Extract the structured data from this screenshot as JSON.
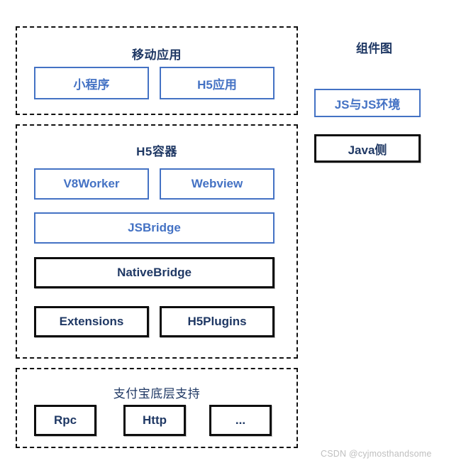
{
  "diagram": {
    "groups": [
      {
        "id": "mobile",
        "title": "移动应用",
        "boxes": [
          {
            "label": "小程序",
            "style": "blue"
          },
          {
            "label": "H5应用",
            "style": "blue"
          }
        ]
      },
      {
        "id": "h5",
        "title": "H5容器",
        "boxes": [
          {
            "label": "V8Worker",
            "style": "blue"
          },
          {
            "label": "Webview",
            "style": "blue"
          },
          {
            "label": "JSBridge",
            "style": "blue"
          },
          {
            "label": "NativeBridge",
            "style": "black"
          },
          {
            "label": "Extensions",
            "style": "black"
          },
          {
            "label": "H5Plugins",
            "style": "black"
          }
        ]
      },
      {
        "id": "base",
        "title": "支付宝底层支持",
        "boxes": [
          {
            "label": "Rpc",
            "style": "black"
          },
          {
            "label": "Http",
            "style": "black"
          },
          {
            "label": "...",
            "style": "black"
          }
        ]
      }
    ]
  },
  "legend": {
    "title": "组件图",
    "items": [
      {
        "label": "JS与JS环境",
        "style": "blue"
      },
      {
        "label": "Java侧",
        "style": "black"
      }
    ]
  },
  "watermark": {
    "text": "CSDN @cyjmosthandsome"
  },
  "colors": {
    "accent_blue": "#4472C4",
    "dark_navy": "#1F3864",
    "outline_black": "#0D0D0D",
    "watermark_gray": "#BFBFBF",
    "background": "#FFFFFF"
  }
}
